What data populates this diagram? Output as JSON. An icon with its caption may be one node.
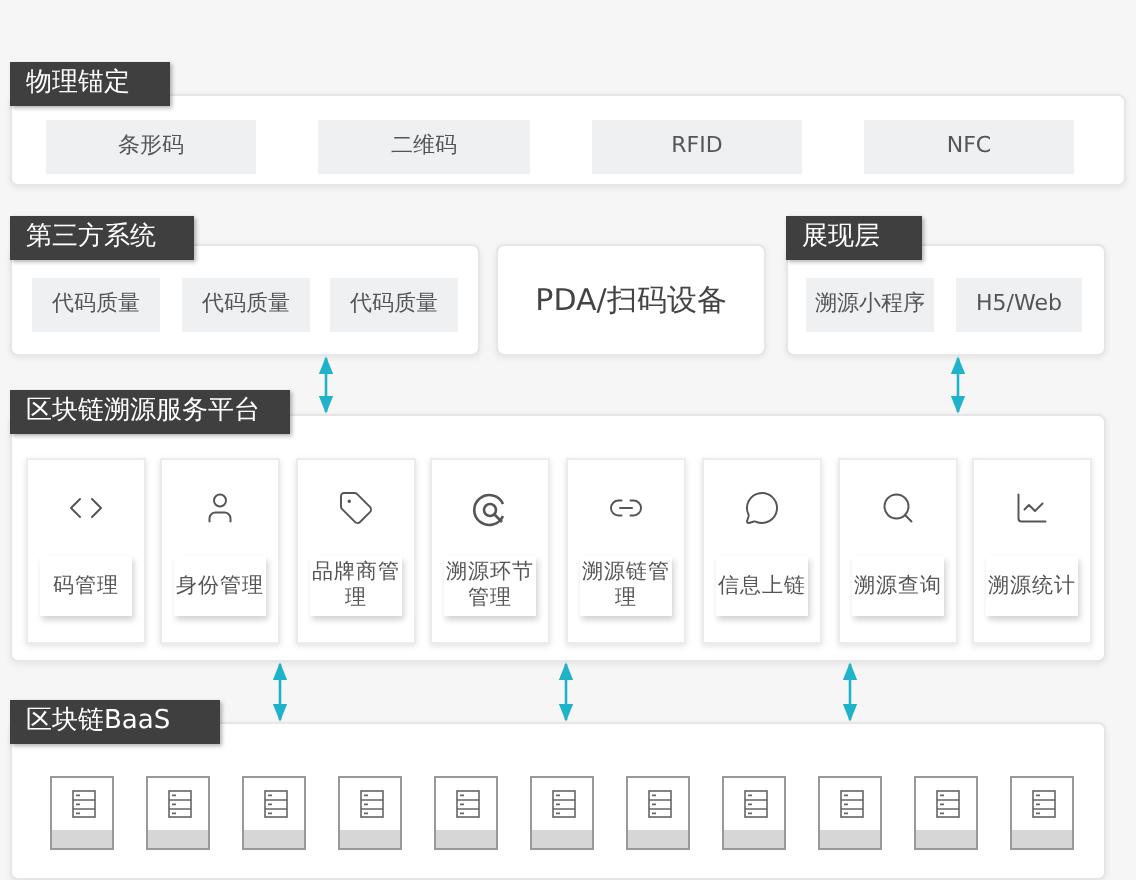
{
  "diagram": {
    "nodes": [
      {
        "text": [
          "物理锚定"
        ]
      },
      {
        "text": [
          "条形码"
        ],
        "in": 0
      },
      {
        "text": [
          "二维码"
        ],
        "in": 0
      },
      {
        "text": [
          "RFID"
        ],
        "in": 0
      },
      {
        "text": [
          "NFC"
        ],
        "in": 0
      },
      {
        "text": [
          "第三方系统"
        ]
      },
      {
        "text": [
          "代码质量"
        ],
        "in": 5
      },
      {
        "text": [
          "代码质量"
        ],
        "in": 5
      },
      {
        "text": [
          "代码质量"
        ],
        "in": 5
      },
      {
        "text": [
          "PDA/扫码设备"
        ]
      },
      {
        "text": [
          "展现层"
        ]
      },
      {
        "text": [
          "溯源小程序"
        ],
        "in": 10
      },
      {
        "text": [
          "H5/Web"
        ],
        "in": 10
      },
      {
        "text": [
          "区块链溯源服务平台"
        ]
      },
      {
        "text": [
          "码管理"
        ],
        "in": 13
      },
      {
        "text": [
          "身份管理"
        ],
        "in": 13
      },
      {
        "text": [
          "品牌商管理"
        ],
        "in": 13
      },
      {
        "text": [
          "溯源环节管理"
        ],
        "in": 13
      },
      {
        "text": [
          "溯源链管理"
        ],
        "in": 13
      },
      {
        "text": [
          "信息上链"
        ],
        "in": 13
      },
      {
        "text": [
          "溯源查询"
        ],
        "in": 13
      },
      {
        "text": [
          "溯源统计"
        ],
        "in": 13
      },
      {
        "text": [
          "区块链BaaS"
        ]
      }
    ],
    "edges": [
      {
        "from": 5,
        "to": 13,
        "arrow": "both"
      },
      {
        "from": 10,
        "to": 13,
        "arrow": "both"
      },
      {
        "from": 13,
        "to": 22,
        "arrow": "both"
      },
      {
        "from": 13,
        "to": 22,
        "arrow": "both"
      },
      {
        "from": 13,
        "to": 22,
        "arrow": "both"
      }
    ]
  }
}
